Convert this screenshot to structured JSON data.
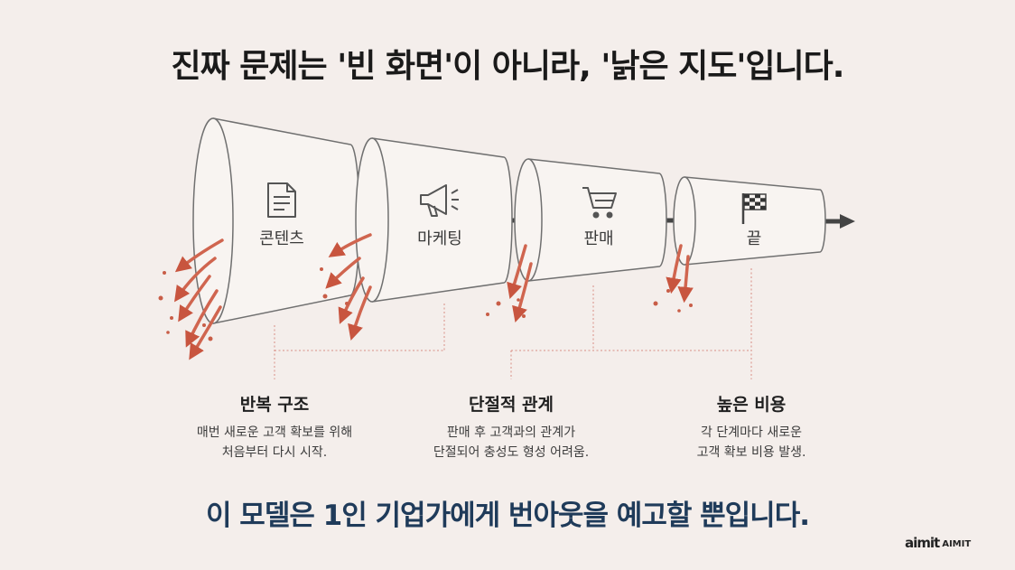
{
  "title": "진짜 문제는 '빈 화면'이 아니라, '낡은 지도'입니다.",
  "stages": [
    {
      "label": "콘텐츠",
      "icon": "document-icon"
    },
    {
      "label": "마케팅",
      "icon": "megaphone-icon"
    },
    {
      "label": "판매",
      "icon": "shopping-cart-icon"
    },
    {
      "label": "끝",
      "icon": "checkered-flag-icon"
    }
  ],
  "issues": [
    {
      "title": "반복 구조",
      "line1": "매번 새로운 고객 확보를 위해",
      "line2": "처음부터 다시 시작."
    },
    {
      "title": "단절적 관계",
      "line1": "판매 후 고객과의 관계가",
      "line2": "단절되어 충성도 형성 어려움."
    },
    {
      "title": "높은 비용",
      "line1": "각 단계마다 새로운",
      "line2": "고객 확보 비용 발생."
    }
  ],
  "conclusion": "이 모델은 1인 기업가에게 번아웃을 예고할 뿐입니다.",
  "logo": {
    "mark": "aimit",
    "text": "AIMIT"
  },
  "colors": {
    "leak_arrow": "#d0654f",
    "funnel_stroke": "#6e6e6e",
    "connector": "#d98f84",
    "conclusion": "#1f3b5a"
  }
}
